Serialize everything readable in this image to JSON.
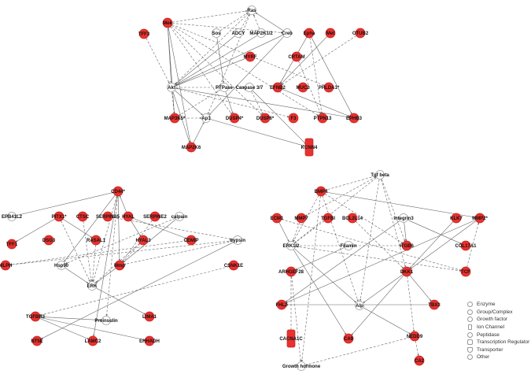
{
  "colors": {
    "highlight": "#e8322f",
    "node": "#ffffff",
    "edge": "#666666"
  },
  "networks": [
    {
      "name": "network-1",
      "nodes": [
        {
          "id": "ras",
          "label": "Ras",
          "red": false
        },
        {
          "id": "mek",
          "label": "Mek",
          "red": true
        },
        {
          "id": "tff3",
          "label": "TFF3",
          "red": true
        },
        {
          "id": "sos",
          "label": "Sos",
          "red": false
        },
        {
          "id": "adcy",
          "label": "ADCY",
          "red": false
        },
        {
          "id": "map2k12",
          "label": "MAP2K1/2",
          "red": false
        },
        {
          "id": "creb",
          "label": "Creb",
          "red": false
        },
        {
          "id": "epha",
          "label": "Epha",
          "red": true
        },
        {
          "id": "met",
          "label": "Met",
          "red": true
        },
        {
          "id": "otub2",
          "label": "OTUB2",
          "red": true
        },
        {
          "id": "myrf",
          "label": "MYRF",
          "red": true
        },
        {
          "id": "crtam",
          "label": "CRTAM",
          "red": true
        },
        {
          "id": "akt",
          "label": "Akt",
          "red": false
        },
        {
          "id": "ptpase",
          "label": "PTPase",
          "red": false
        },
        {
          "id": "casp",
          "label": "Caspase 3/7",
          "red": false
        },
        {
          "id": "efnb2",
          "label": "EFNB2",
          "red": true
        },
        {
          "id": "muc2",
          "label": "MUC2",
          "red": true
        },
        {
          "id": "phlda1",
          "label": "PHLDA1*",
          "red": true
        },
        {
          "id": "map3k5",
          "label": "MAP3K5*",
          "red": true
        },
        {
          "id": "ap1",
          "label": "Ap1",
          "red": false
        },
        {
          "id": "dusp4",
          "label": "DUSP4*",
          "red": true
        },
        {
          "id": "dusp6",
          "label": "DUSP6*",
          "red": true
        },
        {
          "id": "f3",
          "label": "F3",
          "red": true
        },
        {
          "id": "ptpn13",
          "label": "PTPN13",
          "red": true
        },
        {
          "id": "ephb3",
          "label": "EPHB3",
          "red": true
        },
        {
          "id": "map2k6",
          "label": "MAP2K6",
          "red": true
        },
        {
          "id": "kcnn4",
          "label": "KCNN4",
          "red": true,
          "shape": "channel"
        }
      ],
      "edges": [
        [
          "mek",
          "ras",
          1
        ],
        [
          "sos",
          "ras",
          1
        ],
        [
          "adcy",
          "ras",
          1
        ],
        [
          "map2k12",
          "ras",
          1
        ],
        [
          "creb",
          "ras",
          0
        ],
        [
          "ras",
          "akt",
          1
        ],
        [
          "ras",
          "ap1",
          1
        ],
        [
          "mek",
          "akt",
          0
        ],
        [
          "mek",
          "map3k5",
          0
        ],
        [
          "mek",
          "map2k6",
          0
        ],
        [
          "mek",
          "dusp4",
          1
        ],
        [
          "mek",
          "dusp6",
          1
        ],
        [
          "mek",
          "phlda1",
          1
        ],
        [
          "mek",
          "creb",
          1
        ],
        [
          "mek",
          "ptpn13",
          1
        ],
        [
          "tff3",
          "akt",
          1
        ],
        [
          "creb",
          "akt",
          0
        ],
        [
          "creb",
          "ap1",
          0
        ],
        [
          "map2k12",
          "akt",
          0
        ],
        [
          "adcy",
          "akt",
          0
        ],
        [
          "sos",
          "ptpase",
          0
        ],
        [
          "epha",
          "efnb2",
          0
        ],
        [
          "epha",
          "ephb3",
          0
        ],
        [
          "epha",
          "ptpn13",
          1
        ],
        [
          "met",
          "efnb2",
          0
        ],
        [
          "otub2",
          "efnb2",
          1
        ],
        [
          "myrf",
          "akt",
          0
        ],
        [
          "crtam",
          "ptpn13",
          1
        ],
        [
          "akt",
          "casp",
          1
        ],
        [
          "akt",
          "ephb3",
          0
        ],
        [
          "akt",
          "f3",
          1
        ],
        [
          "akt",
          "ap1",
          0
        ],
        [
          "akt",
          "map2k6",
          0
        ],
        [
          "akt",
          "map3k5",
          1
        ],
        [
          "ptpase",
          "dusp4",
          0
        ],
        [
          "casp",
          "dusp6",
          1
        ],
        [
          "efnb2",
          "ephb3",
          0
        ],
        [
          "ap1",
          "kcnn4",
          0
        ],
        [
          "casp",
          "kcnn4",
          0
        ],
        [
          "map3k5",
          "ap1",
          1
        ],
        [
          "map2k6",
          "ap1",
          0
        ],
        [
          "ptpase",
          "map3k5",
          1
        ]
      ]
    },
    {
      "name": "network-2",
      "nodes": [
        {
          "id": "cd44",
          "label": "CD44*",
          "red": true
        },
        {
          "id": "epb41l2",
          "label": "EPB41L2",
          "red": false
        },
        {
          "id": "pitx1",
          "label": "PITX1*",
          "red": true
        },
        {
          "id": "ctsc",
          "label": "CTSC",
          "red": true
        },
        {
          "id": "serpinb5",
          "label": "SERPINB5",
          "red": true
        },
        {
          "id": "hyal",
          "label": "HYAL",
          "red": true
        },
        {
          "id": "serpine2",
          "label": "SERPINE2",
          "red": true
        },
        {
          "id": "calpain",
          "label": "calpain",
          "red": false
        },
        {
          "id": "tff1",
          "label": "TFF1",
          "red": true
        },
        {
          "id": "dsg3",
          "label": "DSG3",
          "red": true
        },
        {
          "id": "rasal1",
          "label": "RASAL1",
          "red": true
        },
        {
          "id": "hyal3",
          "label": "HYAL3",
          "red": true
        },
        {
          "id": "cemip",
          "label": "CEMIP",
          "red": true
        },
        {
          "id": "trypsin",
          "label": "trypsin",
          "red": false
        },
        {
          "id": "mlph",
          "label": "MLPH",
          "red": true
        },
        {
          "id": "hsp90",
          "label": "Hsp90",
          "red": false
        },
        {
          "id": "mmp",
          "label": "Mmp",
          "red": true
        },
        {
          "id": "csnk1e",
          "label": "CSNK1E",
          "red": true
        },
        {
          "id": "erk",
          "label": "ERK",
          "red": false
        },
        {
          "id": "tgfbr3",
          "label": "TGFBR3",
          "red": true
        },
        {
          "id": "lima1",
          "label": "LIMA1",
          "red": true
        },
        {
          "id": "proins",
          "label": "Proinsulin",
          "red": false
        },
        {
          "id": "nt5e",
          "label": "NT5E",
          "red": true
        },
        {
          "id": "lamc2",
          "label": "LAMC2",
          "red": true
        },
        {
          "id": "ehhadh",
          "label": "EHHADH",
          "red": true
        }
      ],
      "edges": [
        [
          "epb41l2",
          "cd44",
          0
        ],
        [
          "cd44",
          "hsp90",
          0
        ],
        [
          "cd44",
          "erk",
          1
        ],
        [
          "cd44",
          "mmp",
          0
        ],
        [
          "cd44",
          "proins",
          1
        ],
        [
          "cd44",
          "lamc2",
          0
        ],
        [
          "hyal",
          "cd44",
          0
        ],
        [
          "pitx1",
          "tff1",
          0
        ],
        [
          "pitx1",
          "rasal1",
          0
        ],
        [
          "pitx1",
          "erk",
          1
        ],
        [
          "ctsc",
          "erk",
          1
        ],
        [
          "serpinb5",
          "trypsin",
          1
        ],
        [
          "hyal",
          "cemip",
          0
        ],
        [
          "hyal",
          "hyal3",
          0
        ],
        [
          "serpine2",
          "mmp",
          1
        ],
        [
          "calpain",
          "hsp90",
          1
        ],
        [
          "calpain",
          "mmp",
          0
        ],
        [
          "trypsin",
          "mlph",
          1
        ],
        [
          "trypsin",
          "mmp",
          1
        ],
        [
          "cemip",
          "mlph",
          1
        ],
        [
          "hyal3",
          "mmp",
          1
        ],
        [
          "hyal3",
          "erk",
          1
        ],
        [
          "hsp90",
          "erk",
          0
        ],
        [
          "mmp",
          "erk",
          0
        ],
        [
          "erk",
          "lima1",
          0
        ],
        [
          "csnk1e",
          "tgfbr3",
          1
        ],
        [
          "trypsin",
          "nt5e",
          0
        ],
        [
          "tgfbr3",
          "proins",
          0
        ],
        [
          "tgfbr3",
          "lamc2",
          0
        ],
        [
          "tgfbr3",
          "ehhadh",
          0
        ],
        [
          "rasal1",
          "erk",
          1
        ]
      ]
    },
    {
      "name": "network-3",
      "nodes": [
        {
          "id": "tgfb",
          "label": "Tgf beta",
          "red": false
        },
        {
          "id": "bmp4",
          "label": "BMP4",
          "red": true
        },
        {
          "id": "ecm1",
          "label": "ECM1",
          "red": true
        },
        {
          "id": "mmp7",
          "label": "MMP7",
          "red": true
        },
        {
          "id": "tgfbi",
          "label": "TGFBI",
          "red": true
        },
        {
          "id": "bcl2l14",
          "label": "BCL2L14",
          "red": true
        },
        {
          "id": "integrin",
          "label": "Integrin3",
          "red": false
        },
        {
          "id": "klk7",
          "label": "KLK7",
          "red": true
        },
        {
          "id": "mmp2",
          "label": "MMP2*",
          "red": true
        },
        {
          "id": "erk12",
          "label": "ERK1/2",
          "red": false
        },
        {
          "id": "filamin",
          "label": "Filamin",
          "red": false
        },
        {
          "id": "itgb6",
          "label": "ITGB6",
          "red": true
        },
        {
          "id": "col17a1",
          "label": "COL17A1",
          "red": true
        },
        {
          "id": "arhgef28",
          "label": "ARHGEF28",
          "red": true
        },
        {
          "id": "dkk1",
          "label": "DKK1",
          "red": true
        },
        {
          "id": "tcf",
          "label": "TCF",
          "red": true
        },
        {
          "id": "fhl2",
          "label": "FHL2",
          "red": true
        },
        {
          "id": "alp",
          "label": "Alp",
          "red": false
        },
        {
          "id": "tbx3",
          "label": "TBX3",
          "red": true
        },
        {
          "id": "cacna1c",
          "label": "CACNA1C",
          "red": true,
          "shape": "channel"
        },
        {
          "id": "ca9",
          "label": "CA9",
          "red": true
        },
        {
          "id": "nedd9",
          "label": "NEDD9",
          "red": true
        },
        {
          "id": "gh",
          "label": "Growth hormone",
          "red": false
        },
        {
          "id": "ca2",
          "label": "CA2",
          "red": true
        }
      ],
      "edges": [
        [
          "tgfb",
          "bmp4",
          1
        ],
        [
          "tgfb",
          "mmp7",
          1
        ],
        [
          "tgfb",
          "erk12",
          1
        ],
        [
          "tgfb",
          "itgb6",
          1
        ],
        [
          "tgfb",
          "dkk1",
          1
        ],
        [
          "tgfb",
          "alp",
          1
        ],
        [
          "bmp4",
          "mmp2",
          0
        ],
        [
          "bmp4",
          "erk12",
          1
        ],
        [
          "bmp4",
          "gh",
          1
        ],
        [
          "bmp4",
          "alp",
          1
        ],
        [
          "bmp4",
          "itgb6",
          1
        ],
        [
          "ecm1",
          "erk12",
          0
        ],
        [
          "ecm1",
          "tcf",
          1
        ],
        [
          "mmp7",
          "erk12",
          1
        ],
        [
          "tgfbi",
          "erk12",
          1
        ],
        [
          "bcl2l14",
          "dkk1",
          1
        ],
        [
          "integrin",
          "itgb6",
          0
        ],
        [
          "integrin",
          "col17a1",
          0
        ],
        [
          "integrin",
          "fhl2",
          0
        ],
        [
          "klk7",
          "dkk1",
          0
        ],
        [
          "mmp2",
          "fhl2",
          0
        ],
        [
          "tcf",
          "mmp2",
          1
        ],
        [
          "erk12",
          "tcf",
          1
        ],
        [
          "erk12",
          "alp",
          0
        ],
        [
          "erk12",
          "ca9",
          0
        ],
        [
          "filamin",
          "arhgef28",
          0
        ],
        [
          "erk12",
          "itgb6",
          1
        ],
        [
          "arhgef28",
          "cacna1c",
          1
        ],
        [
          "arhgef28",
          "gh",
          1
        ],
        [
          "dkk1",
          "alp",
          0
        ],
        [
          "dkk1",
          "tbx3",
          0
        ],
        [
          "dkk1",
          "ca9",
          0
        ],
        [
          "dkk1",
          "nedd9",
          1
        ],
        [
          "alp",
          "nedd9",
          0
        ],
        [
          "tbx3",
          "fhl2",
          0
        ],
        [
          "nedd9",
          "gh",
          1
        ],
        [
          "nedd9",
          "ca2",
          1
        ],
        [
          "mmp2",
          "dkk1",
          0
        ]
      ]
    }
  ],
  "legend": [
    {
      "label": "Enzyme",
      "icon": "enzyme-icon"
    },
    {
      "label": "Group/Complex",
      "icon": "group-complex-icon"
    },
    {
      "label": "Growth factor",
      "icon": "growth-factor-icon"
    },
    {
      "label": "Ion Channel",
      "icon": "ion-channel-icon"
    },
    {
      "label": "Peptidase",
      "icon": "peptidase-icon"
    },
    {
      "label": "Transcription Regulator",
      "icon": "transcription-regulator-icon"
    },
    {
      "label": "Transporter",
      "icon": "transporter-icon"
    },
    {
      "label": "Other",
      "icon": "other-icon"
    }
  ]
}
